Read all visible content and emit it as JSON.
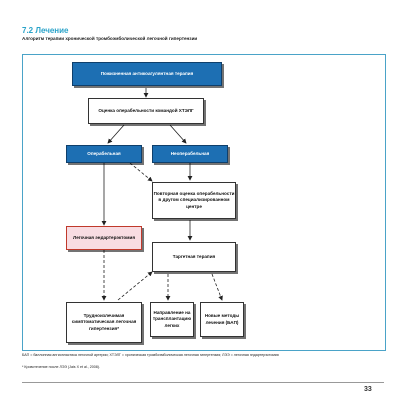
{
  "header": {
    "section_title": "7.2 Лечение",
    "subtitle": "Алгоритм терапии хронической тромбоэмболической легочной гипертензии"
  },
  "diagram": {
    "nodes": {
      "anticoag": "Пожизненная антикоагулянтная терапия",
      "operability": "Оценка операбельности командой ХТЭЛГ",
      "operable": "Операбельная",
      "inoperable": "Неоперабельная",
      "second_opinion": "Повторная оценка операбельности в другом специализированном центре",
      "pea": "Легочная эндартерэктомия",
      "targeted": "Таргетная терапия",
      "symptomatic": "Трудноизлечимая симптоматическая легочная гипертензия*",
      "lung_transplant": "Направление на трансплантацию легких",
      "new_methods": "Новые методы лечения (БАП)"
    }
  },
  "footnotes": {
    "abbr": "БАП = баллонная ангиопластика легочной артерии; ХТЭЛГ = хроническая тромбоэмболическая легочная гипертензия; ЛЭЭ = легочная эндартерэктомия",
    "source": "* Кровотечение после ЛЭЭ (Jais X et al., 2008)."
  },
  "page": {
    "number": "33"
  }
}
